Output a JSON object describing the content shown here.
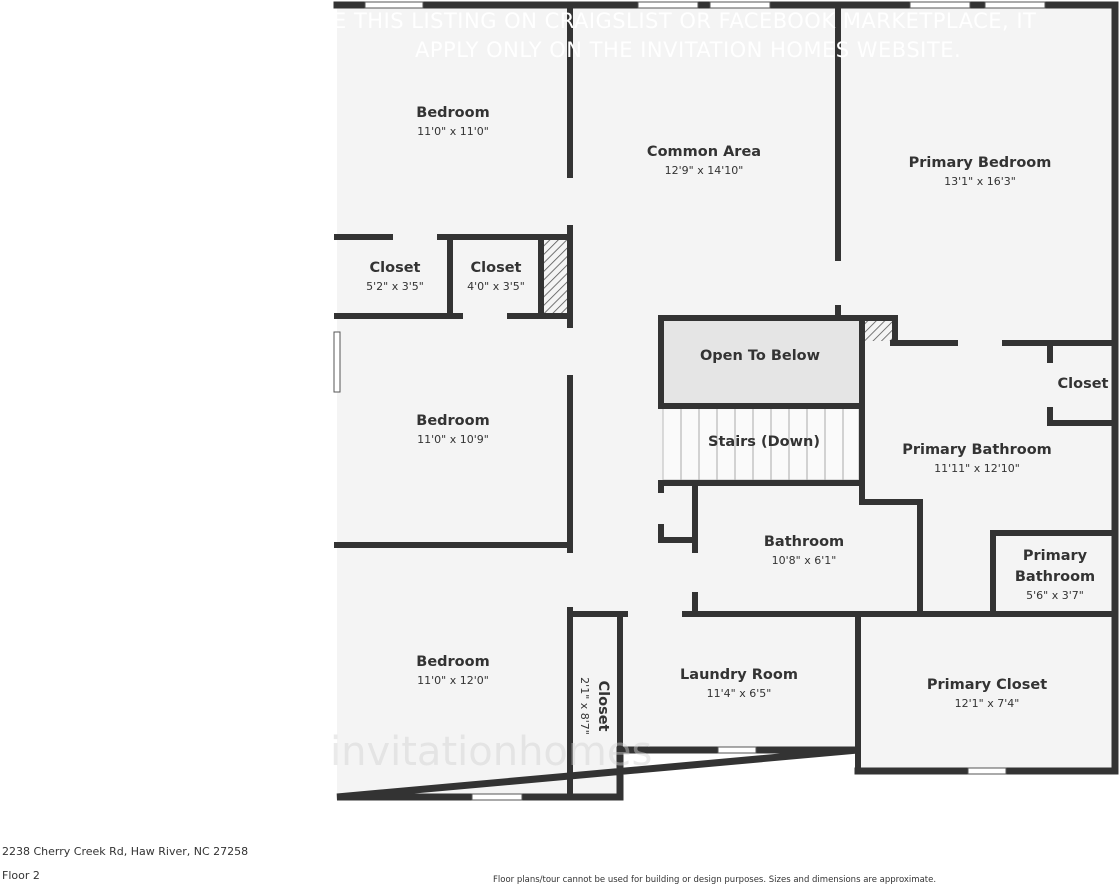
{
  "watermark": {
    "line1": "E THIS LISTING ON CRAIGSLIST OR FACEBOOK MARKETPLACE, IT",
    "line2": "APPLY ONLY ON THE INVITATION HOMES WEBSITE.",
    "logo_text": "invitationhomes"
  },
  "rooms": {
    "bedroom_top": {
      "name": "Bedroom",
      "dims": "11'0\" x 11'0\""
    },
    "common_area": {
      "name": "Common Area",
      "dims": "12'9\" x 14'10\""
    },
    "primary_bedroom": {
      "name": "Primary Bedroom",
      "dims": "13'1\" x 16'3\""
    },
    "closet_a": {
      "name": "Closet",
      "dims": "5'2\" x 3'5\""
    },
    "closet_b": {
      "name": "Closet",
      "dims": "4'0\" x 3'5\""
    },
    "open_to_below": {
      "name": "Open To Below"
    },
    "closet_primary_small": {
      "name": "Closet"
    },
    "bedroom_middle": {
      "name": "Bedroom",
      "dims": "11'0\" x 10'9\""
    },
    "stairs": {
      "name": "Stairs (Down)"
    },
    "primary_bathroom": {
      "name": "Primary Bathroom",
      "dims": "11'11\" x 12'10\""
    },
    "bathroom": {
      "name": "Bathroom",
      "dims": "10'8\" x 6'1\""
    },
    "primary_bathroom_small": {
      "name_line1": "Primary",
      "name_line2": "Bathroom",
      "dims": "5'6\" x 3'7\""
    },
    "bedroom_bottom": {
      "name": "Bedroom",
      "dims": "11'0\" x 12'0\""
    },
    "closet_vertical": {
      "name": "Closet",
      "dims": "2'1\" x 8'7\""
    },
    "laundry_room": {
      "name": "Laundry Room",
      "dims": "11'4\" x 6'5\""
    },
    "primary_closet": {
      "name": "Primary Closet",
      "dims": "12'1\" x 7'4\""
    }
  },
  "footer": {
    "address": "2238 Cherry Creek Rd, Haw River, NC 27258",
    "floor": "Floor 2",
    "disclaimer": "Floor plans/tour cannot be used for building or design purposes. Sizes and dimensions are approximate."
  },
  "colors": {
    "wall": "#333333",
    "floor": "#f4f4f4",
    "open_to_below": "#e5e5e5",
    "text": "#333333"
  }
}
